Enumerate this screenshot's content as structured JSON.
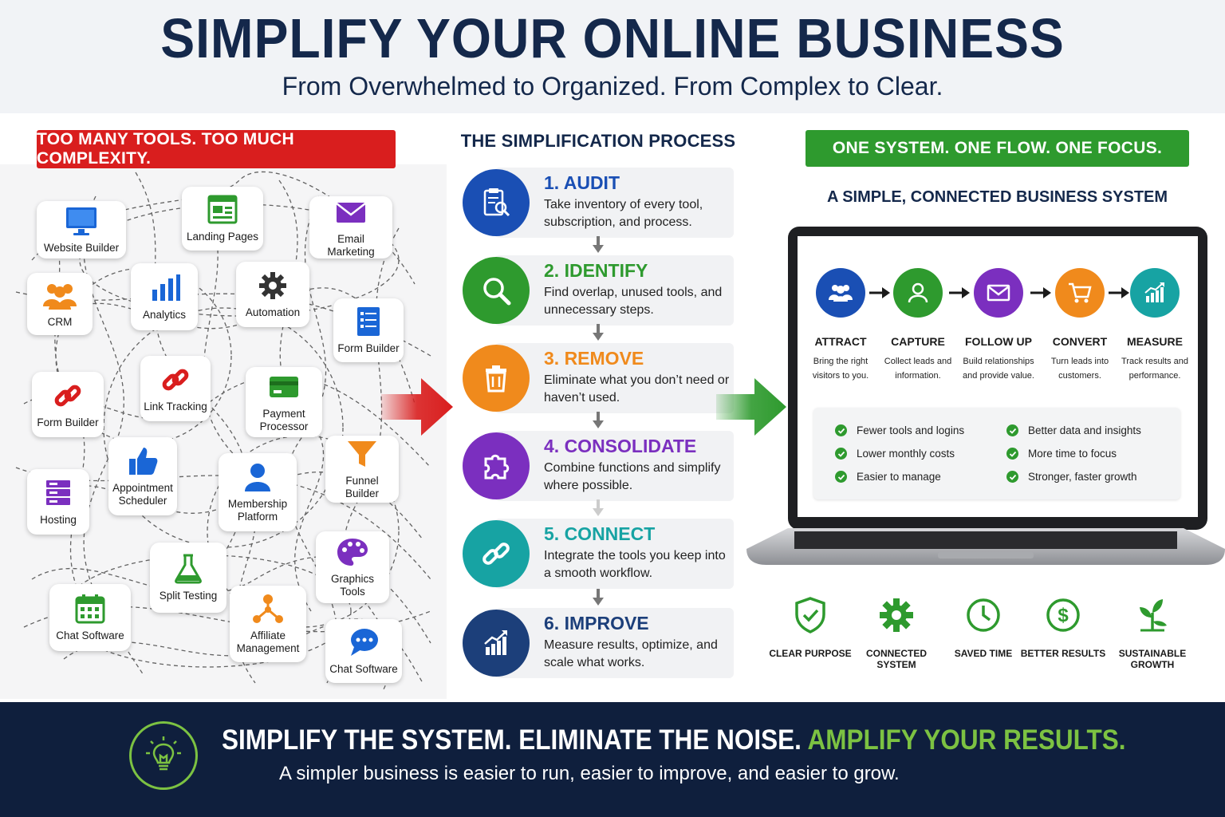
{
  "header": {
    "title": "SIMPLIFY YOUR ONLINE BUSINESS",
    "subtitle": "From Overwhelmed to Organized. From Complex to Clear."
  },
  "left": {
    "banner": "TOO MANY TOOLS. TOO MUCH COMPLEXITY.",
    "tools": [
      {
        "label": "Website Builder",
        "icon": "monitor-icon",
        "color": "#1a66d6"
      },
      {
        "label": "Landing Pages",
        "icon": "landing-page-icon",
        "color": "#2e9a2e"
      },
      {
        "label": "Email Marketing",
        "icon": "envelope-icon",
        "color": "#7b2fbf"
      },
      {
        "label": "CRM",
        "icon": "people-icon",
        "color": "#f08a1c"
      },
      {
        "label": "Analytics",
        "icon": "bar-chart-icon",
        "color": "#1a66d6"
      },
      {
        "label": "Automation",
        "icon": "gear-icon",
        "color": "#333333"
      },
      {
        "label": "Form Builder",
        "icon": "form-list-icon",
        "color": "#1a66d6"
      },
      {
        "label": "Form Builder",
        "icon": "link-icon",
        "color": "#d91e1e"
      },
      {
        "label": "Link Tracking",
        "icon": "link-icon",
        "color": "#d91e1e"
      },
      {
        "label": "Payment Processor",
        "icon": "credit-card-icon",
        "color": "#2e9a2e"
      },
      {
        "label": "Appointment Scheduler",
        "icon": "thumbs-up-icon",
        "color": "#1a66d6"
      },
      {
        "label": "Membership Platform",
        "icon": "user-icon",
        "color": "#1a66d6"
      },
      {
        "label": "Funnel Builder",
        "icon": "funnel-icon",
        "color": "#f08a1c"
      },
      {
        "label": "Hosting",
        "icon": "server-icon",
        "color": "#7b2fbf"
      },
      {
        "label": "Split Testing",
        "icon": "flask-icon",
        "color": "#2e9a2e"
      },
      {
        "label": "Graphics Tools",
        "icon": "palette-icon",
        "color": "#7b2fbf"
      },
      {
        "label": "Chat Software",
        "icon": "calendar-icon",
        "color": "#2e9a2e"
      },
      {
        "label": "Affiliate Management",
        "icon": "network-icon",
        "color": "#f08a1c"
      },
      {
        "label": "Chat Software",
        "icon": "chat-bubble-icon",
        "color": "#1a66d6"
      }
    ]
  },
  "middle": {
    "heading": "THE SIMPLIFICATION PROCESS",
    "steps": [
      {
        "title": "1. AUDIT",
        "desc": "Take inventory of every tool, subscription, and process.",
        "color": "#1a4fb4",
        "icon": "clipboard-search-icon"
      },
      {
        "title": "2. IDENTIFY",
        "desc": "Find overlap, unused tools, and unnecessary steps.",
        "color": "#2e9a2e",
        "icon": "magnifier-icon"
      },
      {
        "title": "3. REMOVE",
        "desc": "Eliminate what you don’t need or haven’t used.",
        "color": "#f08a1c",
        "icon": "trash-icon"
      },
      {
        "title": "4. CONSOLIDATE",
        "desc": "Combine functions and simplify where possible.",
        "color": "#7b2fbf",
        "icon": "puzzle-icon"
      },
      {
        "title": "5. CONNECT",
        "desc": "Integrate the tools you keep into a smooth workflow.",
        "color": "#17a3a3",
        "icon": "chain-link-icon"
      },
      {
        "title": "6. IMPROVE",
        "desc": "Measure results, optimize, and scale what works.",
        "color": "#1c3f7a",
        "icon": "growth-chart-icon"
      }
    ]
  },
  "right": {
    "banner": "ONE SYSTEM. ONE FLOW. ONE FOCUS.",
    "heading": "A SIMPLE, CONNECTED BUSINESS SYSTEM",
    "stages": [
      {
        "name": "ATTRACT",
        "desc": "Bring the right visitors to you.",
        "color": "#1a4fb4",
        "icon": "group-icon"
      },
      {
        "name": "CAPTURE",
        "desc": "Collect leads and information.",
        "color": "#2e9a2e",
        "icon": "user-icon"
      },
      {
        "name": "FOLLOW UP",
        "desc": "Build relationships and provide value.",
        "color": "#7b2fbf",
        "icon": "envelope-icon"
      },
      {
        "name": "CONVERT",
        "desc": "Turn leads into customers.",
        "color": "#f08a1c",
        "icon": "cart-icon"
      },
      {
        "name": "MEASURE",
        "desc": "Track results and performance.",
        "color": "#17a3a3",
        "icon": "growth-chart-icon"
      }
    ],
    "benefits": [
      "Fewer tools and logins",
      "Lower monthly costs",
      "Easier to manage",
      "Better data and insights",
      "More time to focus",
      "Stronger, faster growth"
    ],
    "values": [
      {
        "label": "CLEAR PURPOSE",
        "icon": "shield-check-icon"
      },
      {
        "label": "CONNECTED SYSTEM",
        "icon": "gear-icon"
      },
      {
        "label": "SAVED TIME",
        "icon": "clock-icon"
      },
      {
        "label": "BETTER RESULTS",
        "icon": "dollar-icon"
      },
      {
        "label": "SUSTAINABLE GROWTH",
        "icon": "sprout-icon"
      }
    ]
  },
  "footer": {
    "line1_a": "SIMPLIFY THE SYSTEM. ELIMINATE THE NOISE.",
    "line1_b": "AMPLIFY YOUR RESULTS.",
    "line2": "A simpler business is easier to run, easier to improve, and easier to grow.",
    "icon": "lightbulb-icon"
  },
  "colors": {
    "navy": "#14284b",
    "red": "#d91e1e",
    "green": "#2e9a2e",
    "lime": "#7cc242",
    "footer_bg": "#0f1f3d"
  }
}
